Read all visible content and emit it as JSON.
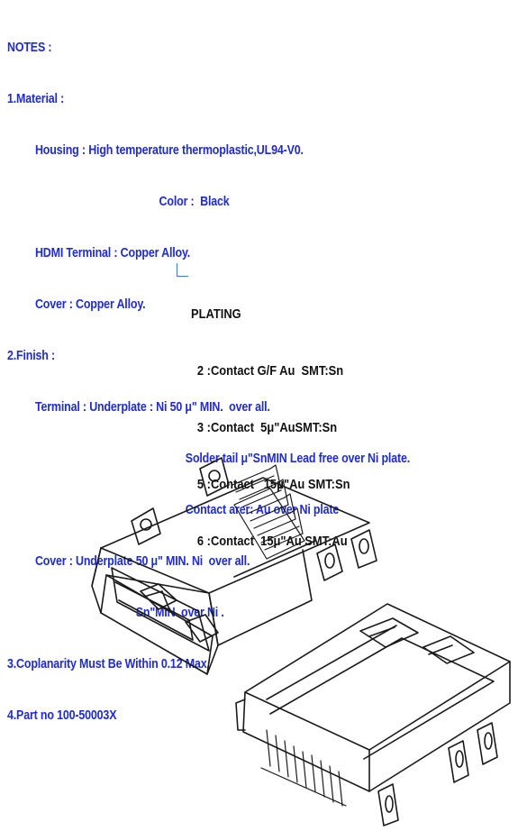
{
  "notes": {
    "heading": "NOTES :",
    "material": "1.Material :",
    "housing": "Housing : High temperature thermoplastic,UL94-V0.",
    "housing_color": "Color :  Black",
    "hdmi_terminal": "HDMI Terminal : Copper Alloy.",
    "cover": "Cover : Copper Alloy.",
    "finish": "2.Finish :",
    "terminal": "Terminal : Underplate : Ni 50 μ\" MIN.  over all.",
    "solder_tail": "Solder tail μ\"SnMIN Lead free over Ni plate.",
    "contact_area": "Contact arer: Au over Ni plate",
    "cover_finish": "Cover : Underplate 50 μ\" MIN. Ni  over all.",
    "cover_sn": "Sn\"MIN  over Ni .",
    "coplanarity": "3.Coplanarity Must Be Within 0.12 Max.",
    "part_no": "4.Part no 100-50003X"
  },
  "plating": {
    "title": "PLATING",
    "rows": [
      "2 :Contact G/F Au  SMT:Sn",
      "3 :Contact  5μ\"AuSMT:Sn",
      "5 :Contact   15μ\"Au SMT:Sn",
      "6 :Contact  15μ\"Au SMT:Au"
    ]
  }
}
